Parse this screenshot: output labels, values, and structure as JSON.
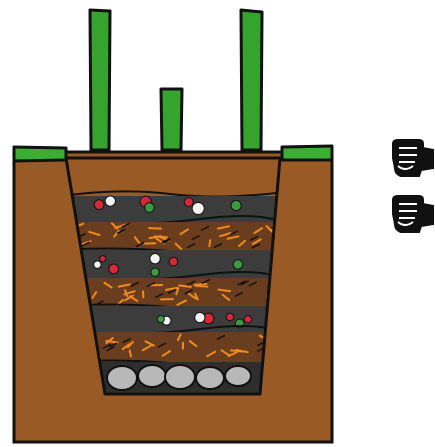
{
  "colors": {
    "soil": "#9a5a25",
    "grass": "#3dae34",
    "stake": "#36a32e",
    "outline": "#111111",
    "compost_dark": "#3c3c3c",
    "wood_chips": "#6b3d1f",
    "straw": "#f08a1c",
    "gravel": "#b8b8b8",
    "waste_red": "#d7283a",
    "waste_green": "#3c9a40",
    "waste_white": "#f4f4f4"
  },
  "diagram": {
    "stakes": 3,
    "layers": [
      "stones",
      "mixed-compost",
      "organic-waste",
      "mixed-compost",
      "organic-waste",
      "mixed-compost",
      "organic-waste",
      "topsoil"
    ]
  },
  "icons": {
    "side": [
      "fist-icon",
      "fist-icon"
    ]
  }
}
